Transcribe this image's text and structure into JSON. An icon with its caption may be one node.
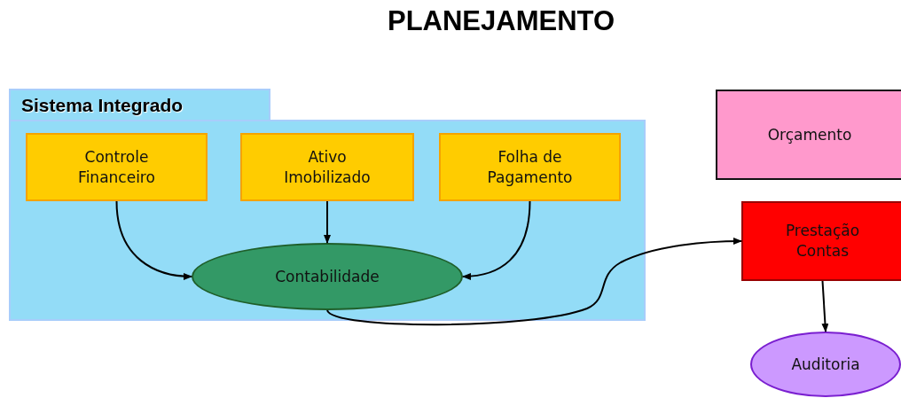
{
  "diagram": {
    "title": "PLANEJAMENTO",
    "nodes": [
      {
        "text": [
          "Sistema Integrado"
        ]
      },
      {
        "text": [
          "Controle Financeiro"
        ],
        "in": 0
      },
      {
        "text": [
          "Ativo Imobilizado"
        ],
        "in": 0
      },
      {
        "text": [
          "Folha de Pagamento"
        ],
        "in": 0
      },
      {
        "text": [
          "Contabilidade"
        ],
        "in": 0
      },
      {
        "text": [
          "Orçamento"
        ]
      },
      {
        "text": [
          "Prestação Contas"
        ]
      },
      {
        "text": [
          "Auditoria"
        ]
      }
    ],
    "edges": [
      {
        "from": 1,
        "to": 4,
        "arrow": "to"
      },
      {
        "from": 2,
        "to": 4,
        "arrow": "to"
      },
      {
        "from": 3,
        "to": 4,
        "arrow": "to"
      },
      {
        "from": 4,
        "to": 6,
        "arrow": "to"
      },
      {
        "from": 6,
        "to": 7,
        "arrow": "to"
      }
    ]
  }
}
